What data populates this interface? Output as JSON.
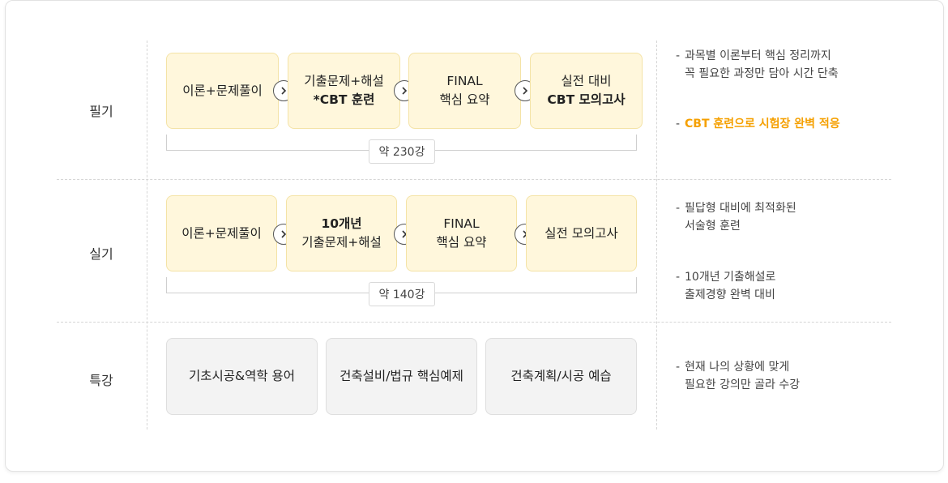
{
  "rows": [
    {
      "label": "필기",
      "steps": [
        {
          "line1": "이론+문제풀이",
          "line2": ""
        },
        {
          "line1": "기출문제+해설",
          "line2": "*CBT 훈련"
        },
        {
          "line1": "FINAL",
          "line2": "핵심 요약"
        },
        {
          "line1": "실전 대비",
          "line2": "CBT 모의고사"
        }
      ],
      "count": "약 230강",
      "notes": [
        {
          "line1": "과목별 이론부터 핵심 정리까지",
          "line2": "꼭 필요한 과정만 담아 시간 단축"
        },
        {
          "line1": "CBT 훈련으로 시험장 완벽 적응",
          "line2": ""
        }
      ]
    },
    {
      "label": "실기",
      "steps": [
        {
          "line1": "이론+문제풀이",
          "line2": ""
        },
        {
          "line1": "10개년",
          "line2": "기출문제+해설"
        },
        {
          "line1": "FINAL",
          "line2": "핵심 요약"
        },
        {
          "line1": "실전 모의고사",
          "line2": ""
        }
      ],
      "count": "약 140강",
      "notes": [
        {
          "line1": "필답형 대비에 최적화된",
          "line2": "서술형 훈련"
        },
        {
          "line1": "10개년 기출해설로",
          "line2": "출제경향 완벽 대비"
        }
      ]
    },
    {
      "label": "특강",
      "steps": [
        {
          "line1": "기초시공&역학 용어"
        },
        {
          "line1": "건축설비/법규 핵심예제"
        },
        {
          "line1": "건축계획/시공 예습"
        }
      ],
      "notes": [
        {
          "line1": "현재 나의 상황에 맞게",
          "line2": "필요한 강의만 골라 수강"
        }
      ]
    }
  ],
  "note_dash": "-",
  "colors": {
    "box_fill": "#fff7dc",
    "box_border": "#f4e3a6",
    "highlight": "#f5a000",
    "gray_fill": "#f3f3f3"
  }
}
